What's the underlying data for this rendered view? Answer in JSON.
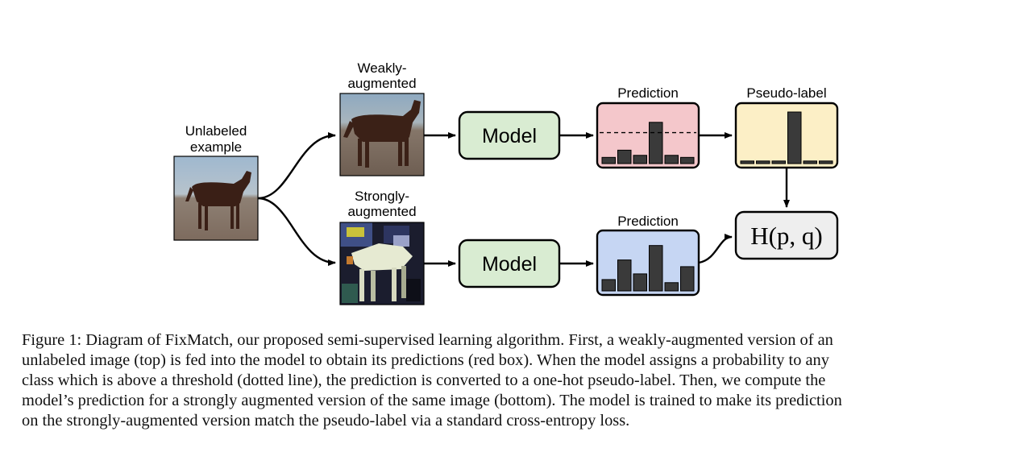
{
  "diagram": {
    "input_label": [
      "Unlabeled",
      "example"
    ],
    "weak_label": [
      "Weakly-",
      "augmented"
    ],
    "strong_label": [
      "Strongly-",
      "augmented"
    ],
    "model_label": "Model",
    "prediction_label": "Prediction",
    "pseudo_label_title": "Pseudo-label",
    "loss_label": "H(p, q)",
    "weak_prediction_bars": [
      0.12,
      0.26,
      0.16,
      0.8,
      0.16,
      0.12
    ],
    "confidence_threshold": 0.6,
    "pseudo_label_bars": [
      0.05,
      0.05,
      0.05,
      1.0,
      0.05,
      0.05
    ],
    "strong_prediction_bars": [
      0.22,
      0.6,
      0.33,
      0.88,
      0.16,
      0.47
    ],
    "colors": {
      "model_fill": "#d9ecd2",
      "weak_pred_fill": "#f4c7cb",
      "pseudo_label_fill": "#fcefc6",
      "strong_pred_fill": "#c6d6f3",
      "loss_fill": "#eeeeee",
      "bar_fill": "#3a3a3a"
    }
  },
  "caption": {
    "lines": [
      "Figure 1: Diagram of FixMatch, our proposed semi-supervised learning algorithm. First, a weakly-augmented version of an",
      "unlabeled image (top) is fed into the model to obtain its predictions (red box). When the model assigns a probability to any",
      "class which is above a threshold (dotted line), the prediction is converted to a one-hot pseudo-label. Then, we compute the",
      "model’s prediction for a strongly augmented version of the same image (bottom). The model is trained to make its prediction",
      "on the strongly-augmented version match the pseudo-label via a standard cross-entropy loss."
    ]
  }
}
